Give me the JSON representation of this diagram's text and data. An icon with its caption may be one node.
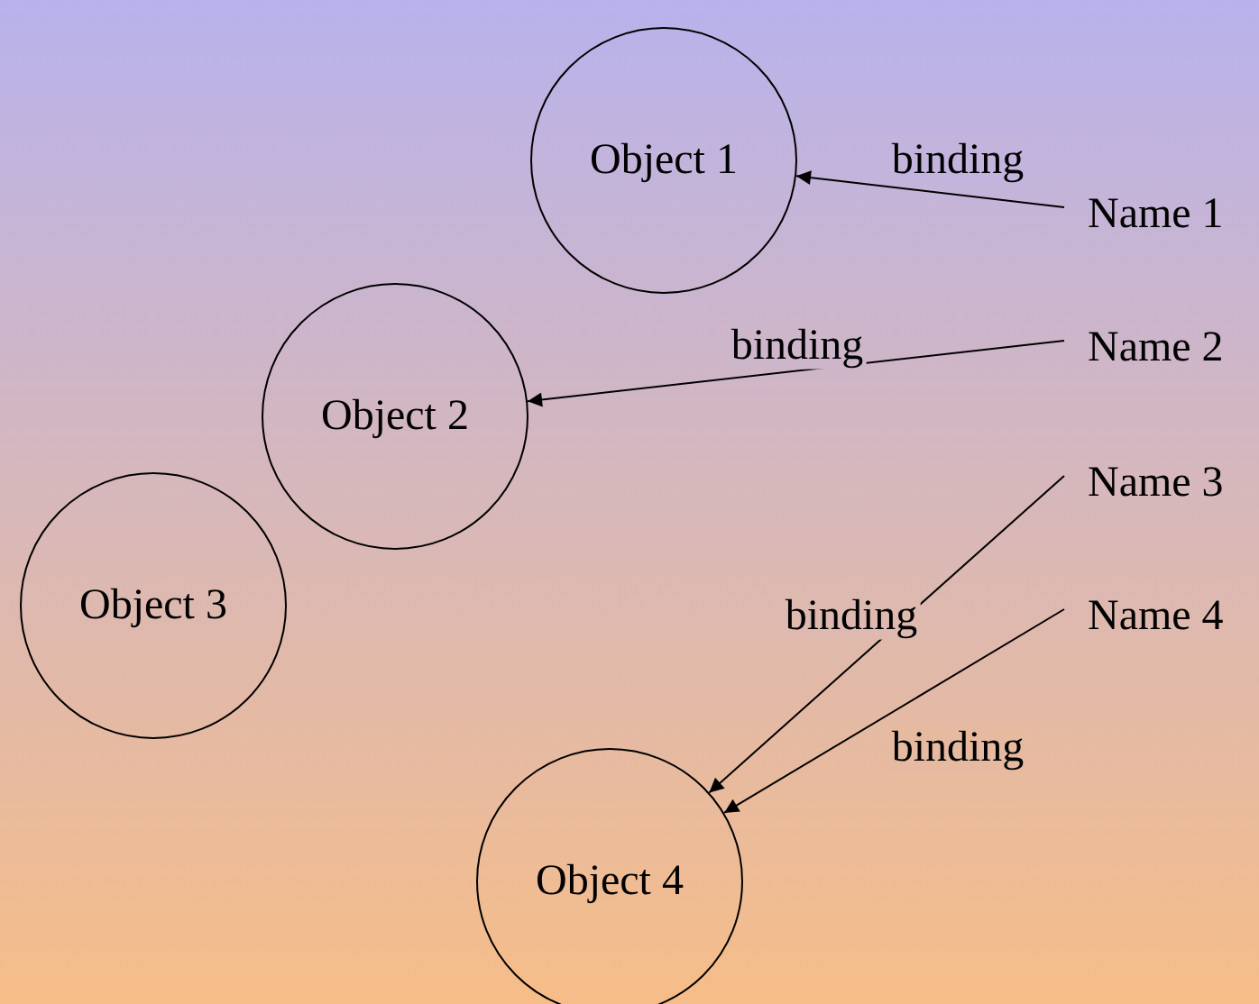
{
  "diagram": {
    "nodes": [
      {
        "text": [
          "Object 1"
        ]
      },
      {
        "text": [
          "Name 1"
        ]
      },
      {
        "text": [
          "Object 2"
        ]
      },
      {
        "text": [
          "Name 2"
        ]
      },
      {
        "text": [
          "Object 3"
        ]
      },
      {
        "text": [
          "Name 3"
        ]
      },
      {
        "text": [
          "Name 4"
        ]
      },
      {
        "text": [
          "Object 4"
        ]
      }
    ],
    "edges": [
      {
        "from": 1,
        "to": 0,
        "arrow": "to",
        "label": "binding"
      },
      {
        "from": 3,
        "to": 2,
        "arrow": "to",
        "label": "binding"
      },
      {
        "from": 5,
        "to": 7,
        "arrow": "to",
        "label": "binding"
      },
      {
        "from": 6,
        "to": 7,
        "arrow": "to",
        "label": "binding"
      }
    ]
  }
}
